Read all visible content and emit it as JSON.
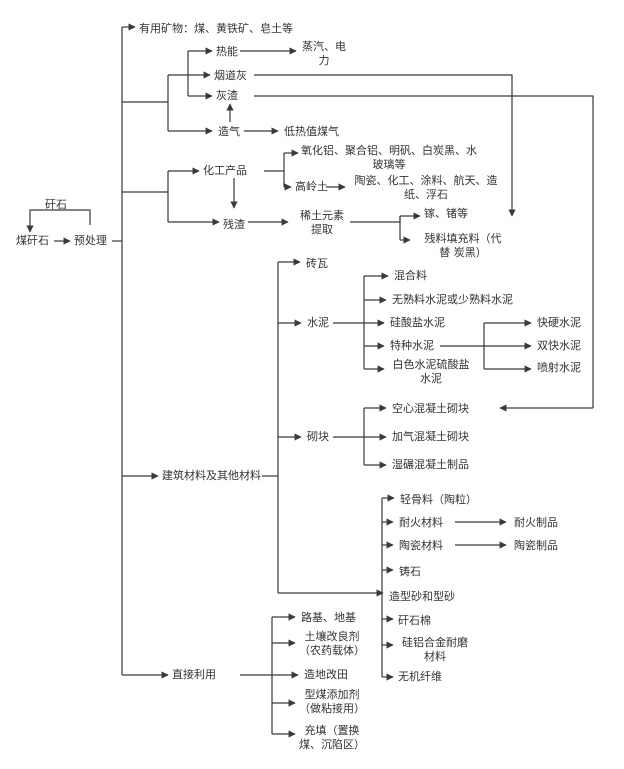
{
  "nodes": {
    "gangue_top": "矸石",
    "coal_gangue": "煤矸石",
    "pretreatment": "预处理",
    "minerals": "有用矿物：煤、黄铁矿、皂土等",
    "heat": "热能",
    "steam_power": [
      "蒸汽、电",
      "力"
    ],
    "flue_ash": "烟道灰",
    "ash_slag": "灰渣",
    "gas_making": "造气",
    "low_heat_gas": "低热值煤气",
    "chem_products": "化工产品",
    "aluminum_products": [
      "氧化铝、聚合铝、明矾、白炭黑、水",
      "玻璃等"
    ],
    "kaolin": "高岭土",
    "kaolin_uses": [
      "陶瓷、化工、涂料、航天、造",
      "纸、浮石"
    ],
    "residue": "残渣",
    "rare_earth": [
      "稀土元素",
      "提取"
    ],
    "gallium_germanium": "镓、锗等",
    "residue_filler": [
      "残料填充料（代",
      "替 炭黑）"
    ],
    "building_materials": "建筑材料及其他材料",
    "brick": "砖瓦",
    "cement": "水泥",
    "mixed_material": "混合料",
    "clinker_free_cement": "无熟料水泥或少熟料水泥",
    "silicate_cement": "硅酸盐水泥",
    "special_cement": "特种水泥",
    "white_cement": [
      "白色水泥硫酸盐",
      "水泥"
    ],
    "rapid_hardening": "快硬水泥",
    "double_fast": "双快水泥",
    "shotcrete": "喷射水泥",
    "block": "砌块",
    "hollow_block": "空心混凝土砌块",
    "aerated_block": "加气混凝土砌块",
    "wet_rolled": "湿碾混凝土制品",
    "lightweight_aggregate": "轻骨料（陶粒）",
    "refractory_material": "耐火材料",
    "refractory_products": "耐火制品",
    "ceramic_material": "陶瓷材料",
    "ceramic_products": "陶瓷制品",
    "cast_stone": "铸石",
    "molding_sand": "造型砂和型砂",
    "gangue_wool": "矸石棉",
    "sial_alloy": [
      "硅铝合金耐磨",
      "材料"
    ],
    "inorganic_fiber": "无机纤维",
    "direct_use": "直接利用",
    "roadbed": "路基、地基",
    "soil_improver": [
      "土壤改良剂",
      "（农药载体）"
    ],
    "land_making": "造地改田",
    "briquette_additive": [
      "型煤添加剂",
      "（做粘接用）"
    ],
    "backfill": [
      "充填（置换",
      "煤、沉陷区）"
    ]
  }
}
